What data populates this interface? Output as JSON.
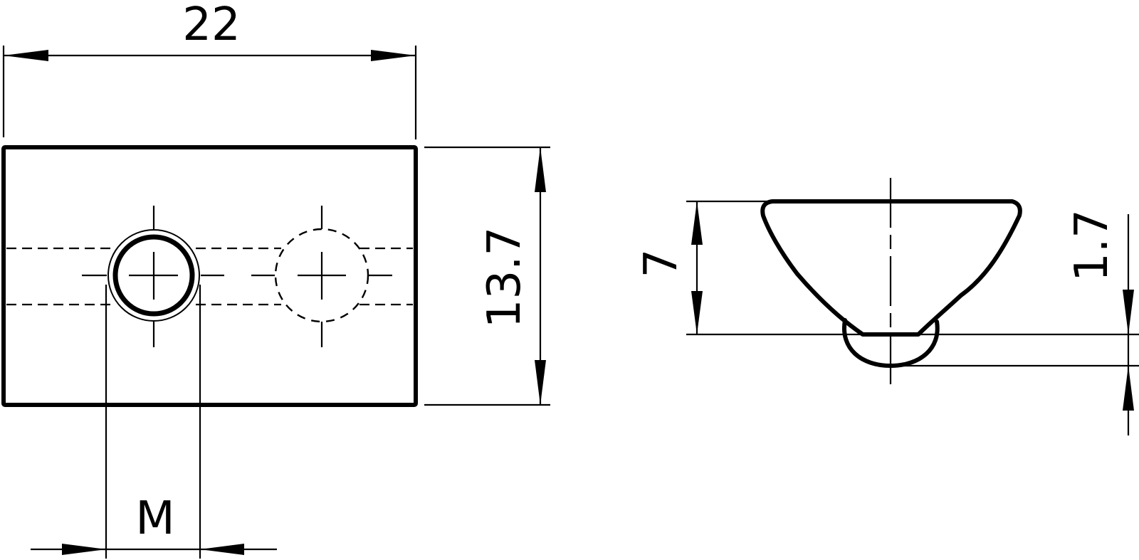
{
  "drawing": {
    "title": "T-slot nut technical drawing",
    "line_color": "#000000",
    "background": "#ffffff",
    "front_view": {
      "width_dim": {
        "label": "22"
      },
      "height_dim": {
        "label": "13.7"
      },
      "thread_dim": {
        "label": "M"
      },
      "holes": [
        {
          "type": "threaded",
          "style": "solid"
        },
        {
          "type": "optional",
          "style": "dashed"
        }
      ]
    },
    "side_view": {
      "height_dim": {
        "label": "7"
      },
      "protrusion_dim": {
        "label": "1.7"
      }
    }
  }
}
